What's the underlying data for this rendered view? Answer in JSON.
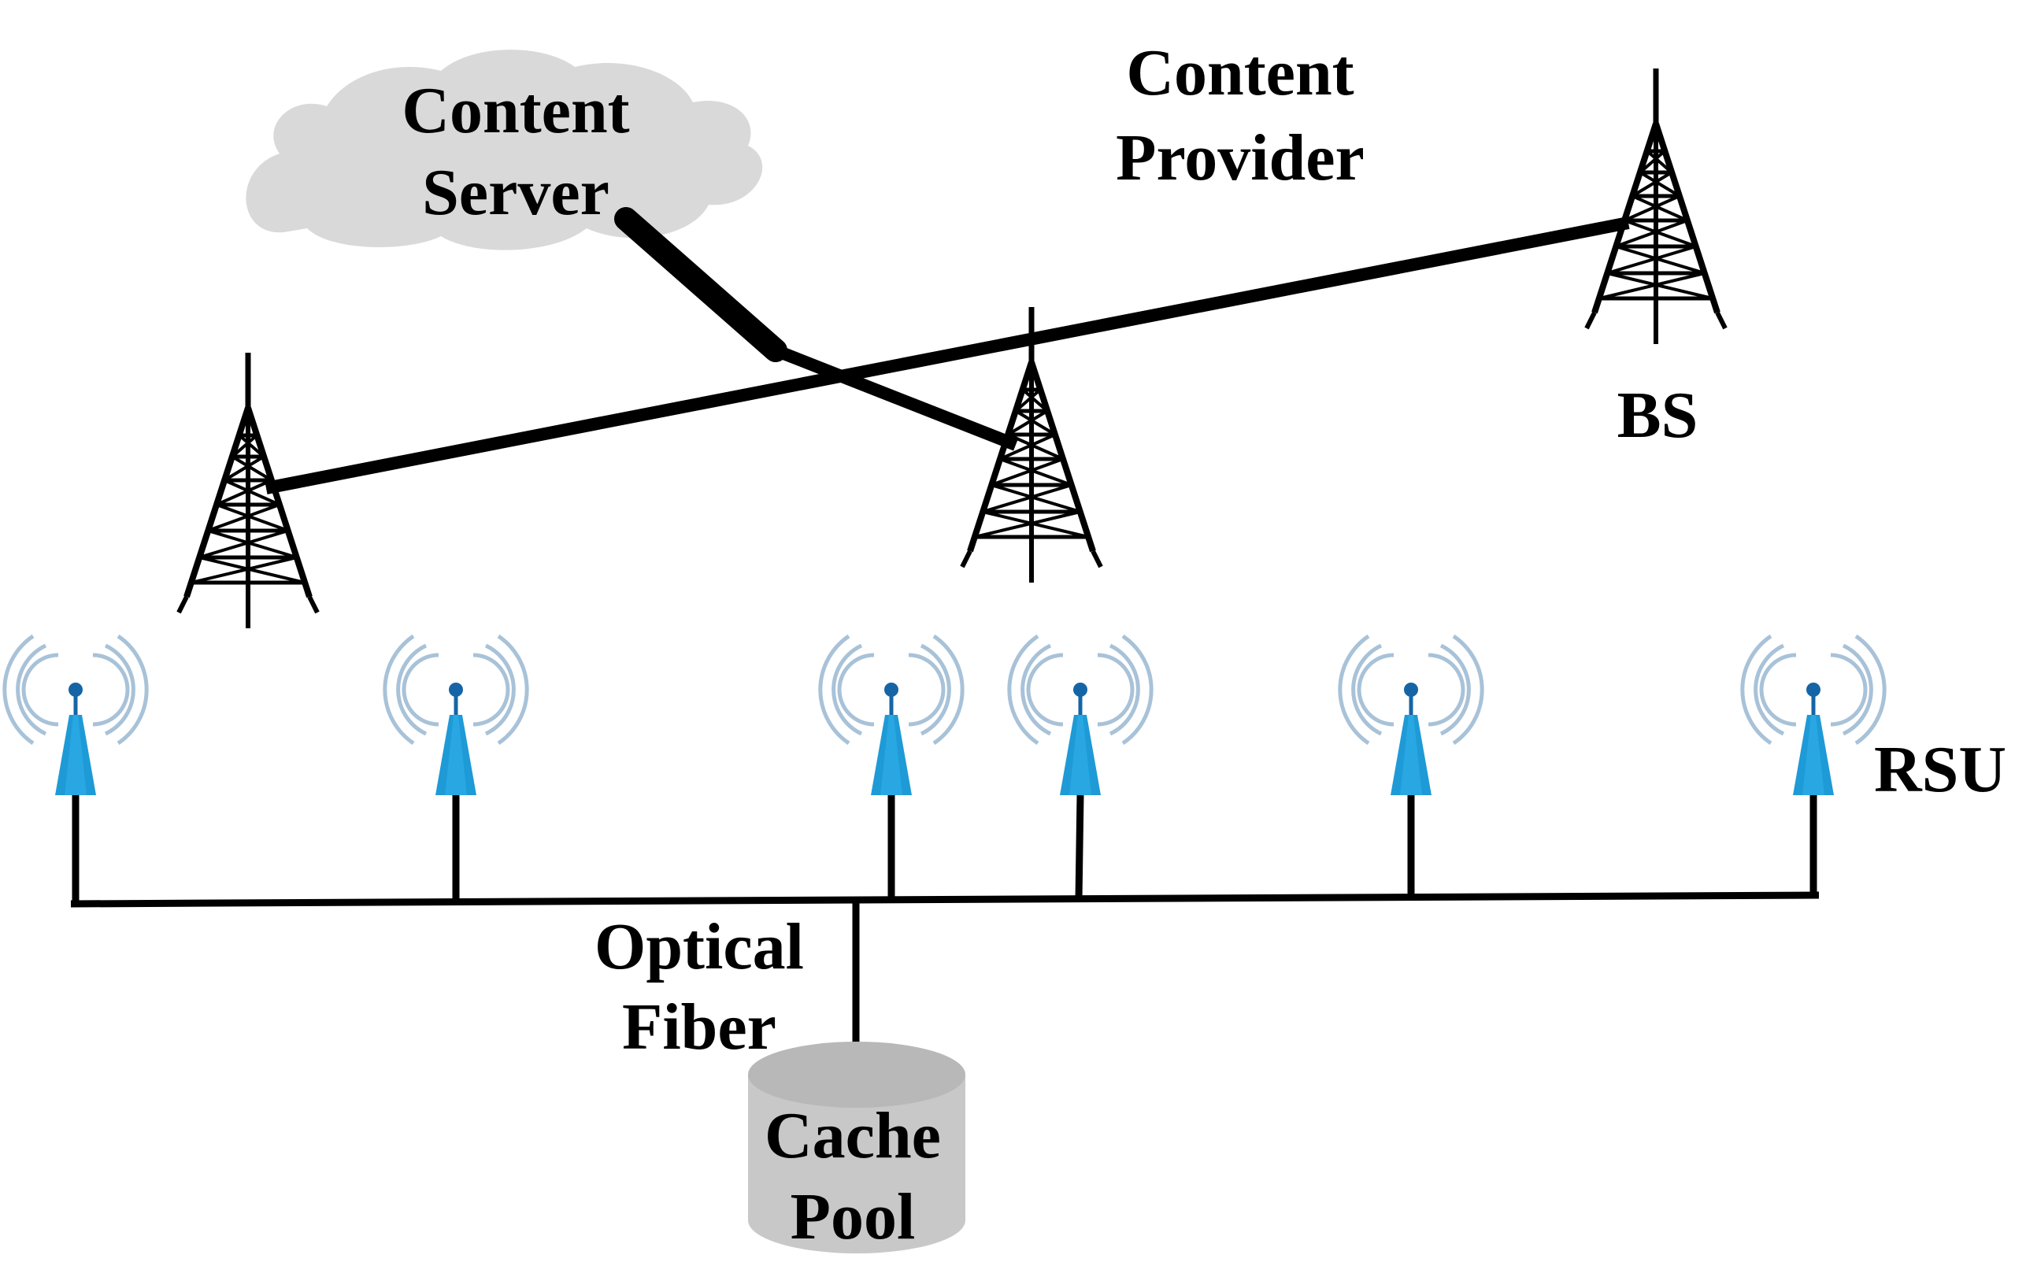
{
  "labels": {
    "content_server": [
      "Content",
      "Server"
    ],
    "content_provider": [
      "Content",
      "Provider"
    ],
    "bs": "BS",
    "rsu": "RSU",
    "optical_fiber": [
      "Optical",
      "Fiber"
    ],
    "cache_pool": [
      "Cache",
      "Pool"
    ]
  },
  "icons": {
    "cloud": "cloud-icon",
    "base_station": "lattice-tower-icon",
    "rsu": "antenna-signal-icon",
    "cache": "database-cylinder-icon"
  },
  "colors": {
    "line": "#000000",
    "cloud_fill": "#d9d9d9",
    "cylinder_fill": "#c8c8c8",
    "rsu_body": "#1e9ad6",
    "rsu_dot": "#1565a6",
    "rsu_waves": "#a8c2d8"
  }
}
